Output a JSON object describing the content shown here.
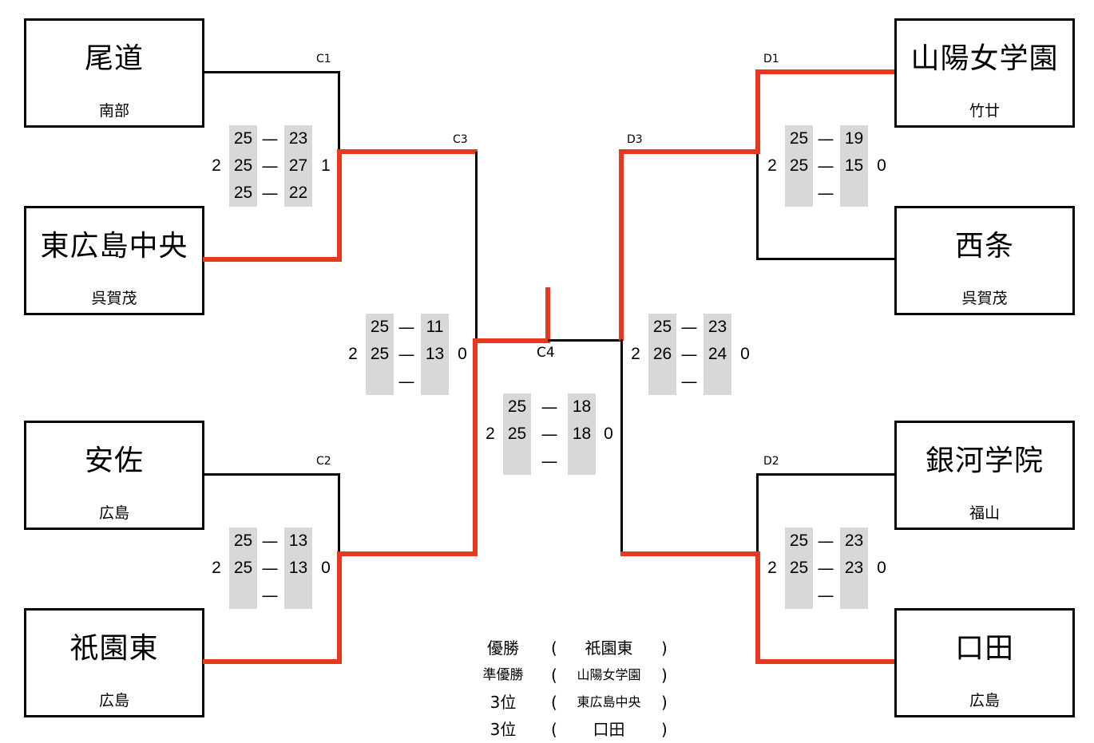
{
  "colors": {
    "winner_line": "#e8391f",
    "line": "#000000",
    "score_bg": "#d8d8d8"
  },
  "teams": {
    "left_1": {
      "name": "尾道",
      "region": "南部"
    },
    "left_2": {
      "name": "東広島中央",
      "region": "呉賀茂"
    },
    "left_3": {
      "name": "安佐",
      "region": "広島"
    },
    "left_4": {
      "name": "祇園東",
      "region": "広島"
    },
    "right_1": {
      "name": "山陽女学園",
      "region": "竹廿"
    },
    "right_2": {
      "name": "西条",
      "region": "呉賀茂"
    },
    "right_3": {
      "name": "銀河学院",
      "region": "福山"
    },
    "right_4": {
      "name": "口田",
      "region": "広島"
    }
  },
  "matches": {
    "C1": {
      "label": "C1",
      "sets_left": "2",
      "sets_right": "1",
      "sets": [
        {
          "a": "25",
          "b": "23"
        },
        {
          "a": "25",
          "b": "27"
        },
        {
          "a": "25",
          "b": "22"
        }
      ]
    },
    "C2": {
      "label": "C2",
      "sets_left": "2",
      "sets_right": "0",
      "sets": [
        {
          "a": "25",
          "b": "13"
        },
        {
          "a": "25",
          "b": "13"
        },
        {
          "a": "",
          "b": ""
        }
      ]
    },
    "C3": {
      "label": "C3",
      "sets_left": "2",
      "sets_right": "0",
      "sets": [
        {
          "a": "25",
          "b": "11"
        },
        {
          "a": "25",
          "b": "13"
        },
        {
          "a": "",
          "b": ""
        }
      ]
    },
    "C4": {
      "label": "C4",
      "sets_left": "2",
      "sets_right": "0",
      "sets": [
        {
          "a": "25",
          "b": "18"
        },
        {
          "a": "25",
          "b": "18"
        },
        {
          "a": "",
          "b": ""
        }
      ]
    },
    "D1": {
      "label": "D1",
      "sets_left": "2",
      "sets_right": "0",
      "sets": [
        {
          "a": "25",
          "b": "19"
        },
        {
          "a": "25",
          "b": "15"
        },
        {
          "a": "",
          "b": ""
        }
      ]
    },
    "D2": {
      "label": "D2",
      "sets_left": "2",
      "sets_right": "0",
      "sets": [
        {
          "a": "25",
          "b": "23"
        },
        {
          "a": "25",
          "b": "23"
        },
        {
          "a": "",
          "b": ""
        }
      ]
    },
    "D3": {
      "label": "D3",
      "sets_left": "2",
      "sets_right": "0",
      "sets": [
        {
          "a": "25",
          "b": "23"
        },
        {
          "a": "26",
          "b": "24"
        },
        {
          "a": "",
          "b": ""
        }
      ]
    }
  },
  "dash": "—",
  "results": [
    {
      "label": "優勝",
      "open": "(",
      "team": "祇園東",
      "close": ")"
    },
    {
      "label": "準優勝",
      "open": "(",
      "team": "山陽女学園",
      "close": ")"
    },
    {
      "label": "3位",
      "open": "(",
      "team": "東広島中央",
      "close": ")"
    },
    {
      "label": "3位",
      "open": "(",
      "team": "口田",
      "close": ")"
    }
  ]
}
